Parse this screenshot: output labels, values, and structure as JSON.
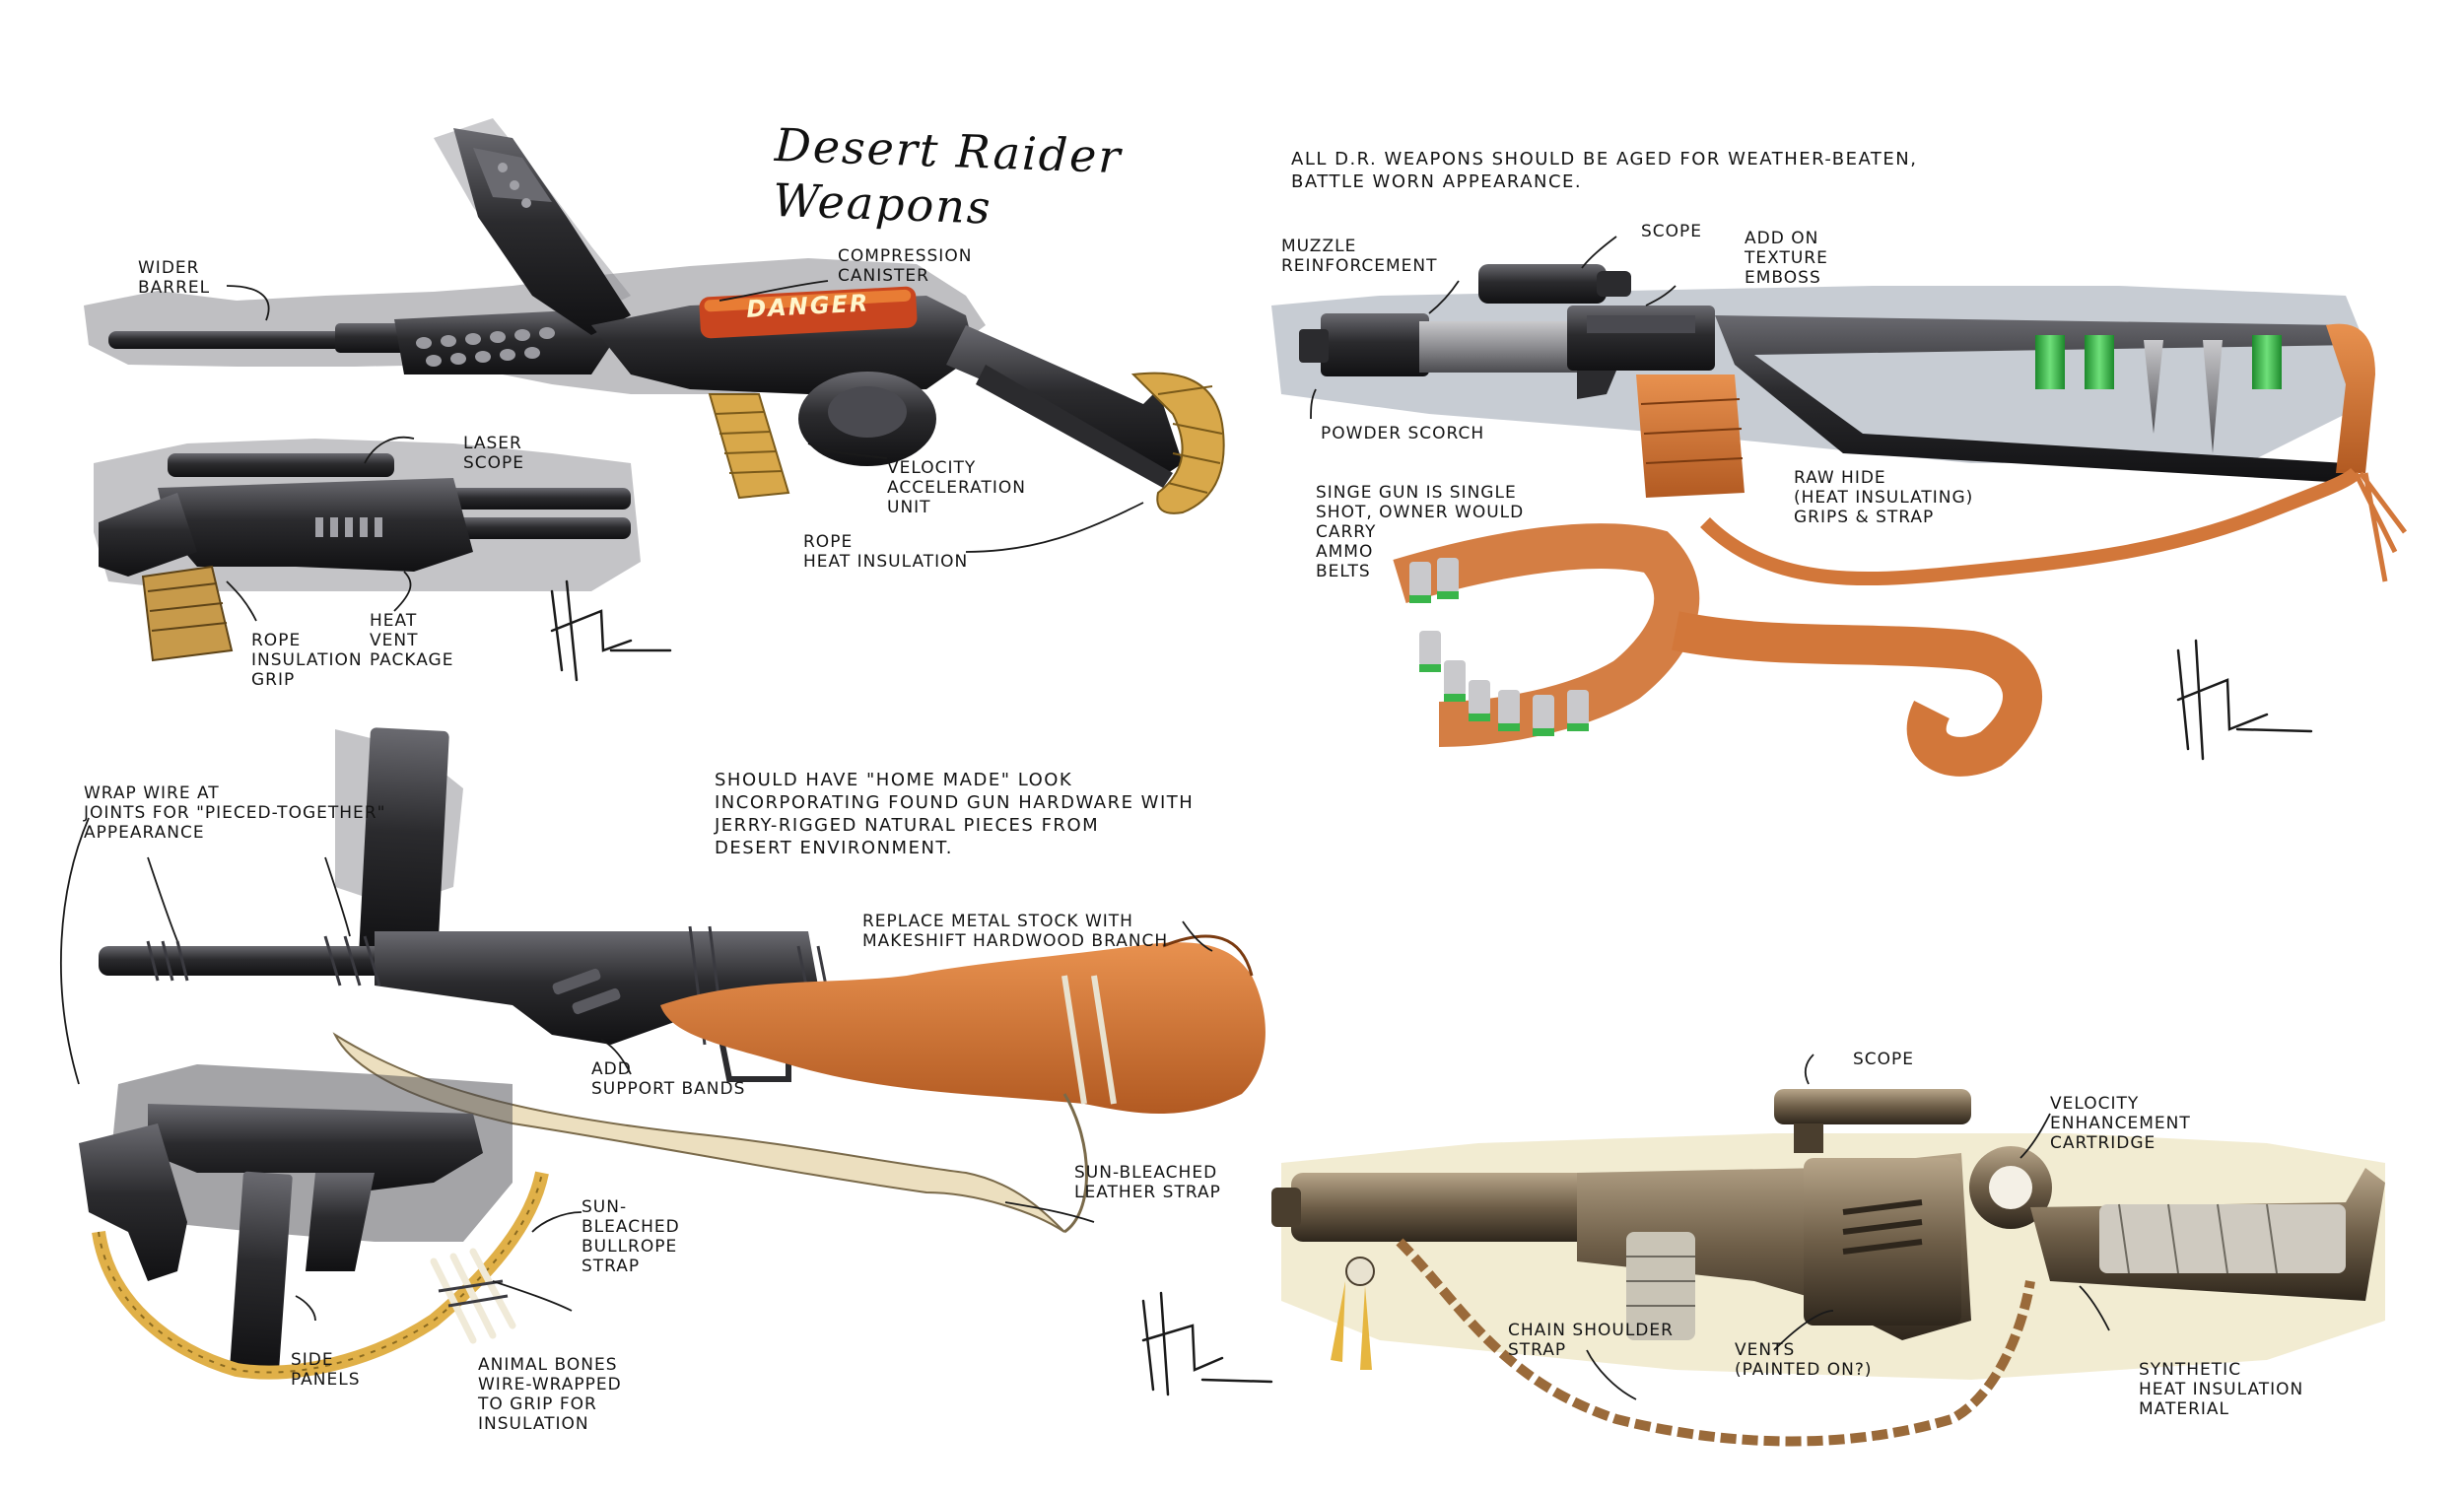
{
  "title": "Desert Raider\nWeapons",
  "colors": {
    "background": "#ffffff",
    "ink": "#141414",
    "metal": "#2b2b2e",
    "gray_marker": "#8a8a90",
    "rope": "#d8a84a",
    "leather": "#d2773a",
    "danger_canister": "#c9451f",
    "green_shell": "#39b54a",
    "chain": "#9a6a3a"
  },
  "sketch1": {
    "labels": {
      "wider_barrel": "Wider\nbarrel",
      "compression_canister": "Compression\ncanister",
      "danger": "DANGER",
      "laser_scope": "Laser\nscope",
      "velocity_acceleration_unit": "Velocity\nacceleration\nunit",
      "rope_heat_insulation": "Rope\nheat insulation",
      "rope_insulation_grip": "Rope\ninsulation\ngrip",
      "heat_vent_package": "Heat\nvent\npackage"
    }
  },
  "sketch2": {
    "note": "All D.R. weapons should be aged for weather-beaten,\nbattle worn appearance.",
    "labels": {
      "muzzle_reinforcement": "Muzzle\nreinforcement",
      "scope": "Scope",
      "add_on_texture_emboss": "Add on\ntexture\nemboss",
      "powder_scorch": "Powder scorch",
      "single_shot_note": "Singe gun is single\nshot, owner would\ncarry\nammo\nbelts",
      "raw_hide": "Raw hide\n(heat insulating)\ngrips & strap"
    }
  },
  "sketch3": {
    "note": "Should have \"home made\" look\nincorporating found gun hardware with\njerry-rigged natural pieces from\ndesert environment.",
    "labels": {
      "wrap_wire": "Wrap wire at\njoints for \"pieced-together\"\nappearance",
      "replace_stock": "Replace metal stock with\nmakeshift hardwood branch",
      "add_support_bands": "Add\nsupport bands",
      "sun_bleached_leather_strap": "Sun-bleached\nleather strap",
      "sun_bleached_bullrope_strap": "Sun-\nbleached\nbullrope\nstrap",
      "side_panels": "Side\npanels",
      "animal_bones": "Animal bones\nwire-wrapped\nto grip for\ninsulation"
    }
  },
  "sketch4": {
    "labels": {
      "scope": "Scope",
      "velocity_enhancement_cartridge": "Velocity\nenhancement\ncartridge",
      "chain_shoulder_strap": "Chain shoulder\nstrap",
      "vents": "Vents\n(painted on?)",
      "synthetic_heat_insulation": "Synthetic\nheat insulation\nmaterial"
    }
  }
}
